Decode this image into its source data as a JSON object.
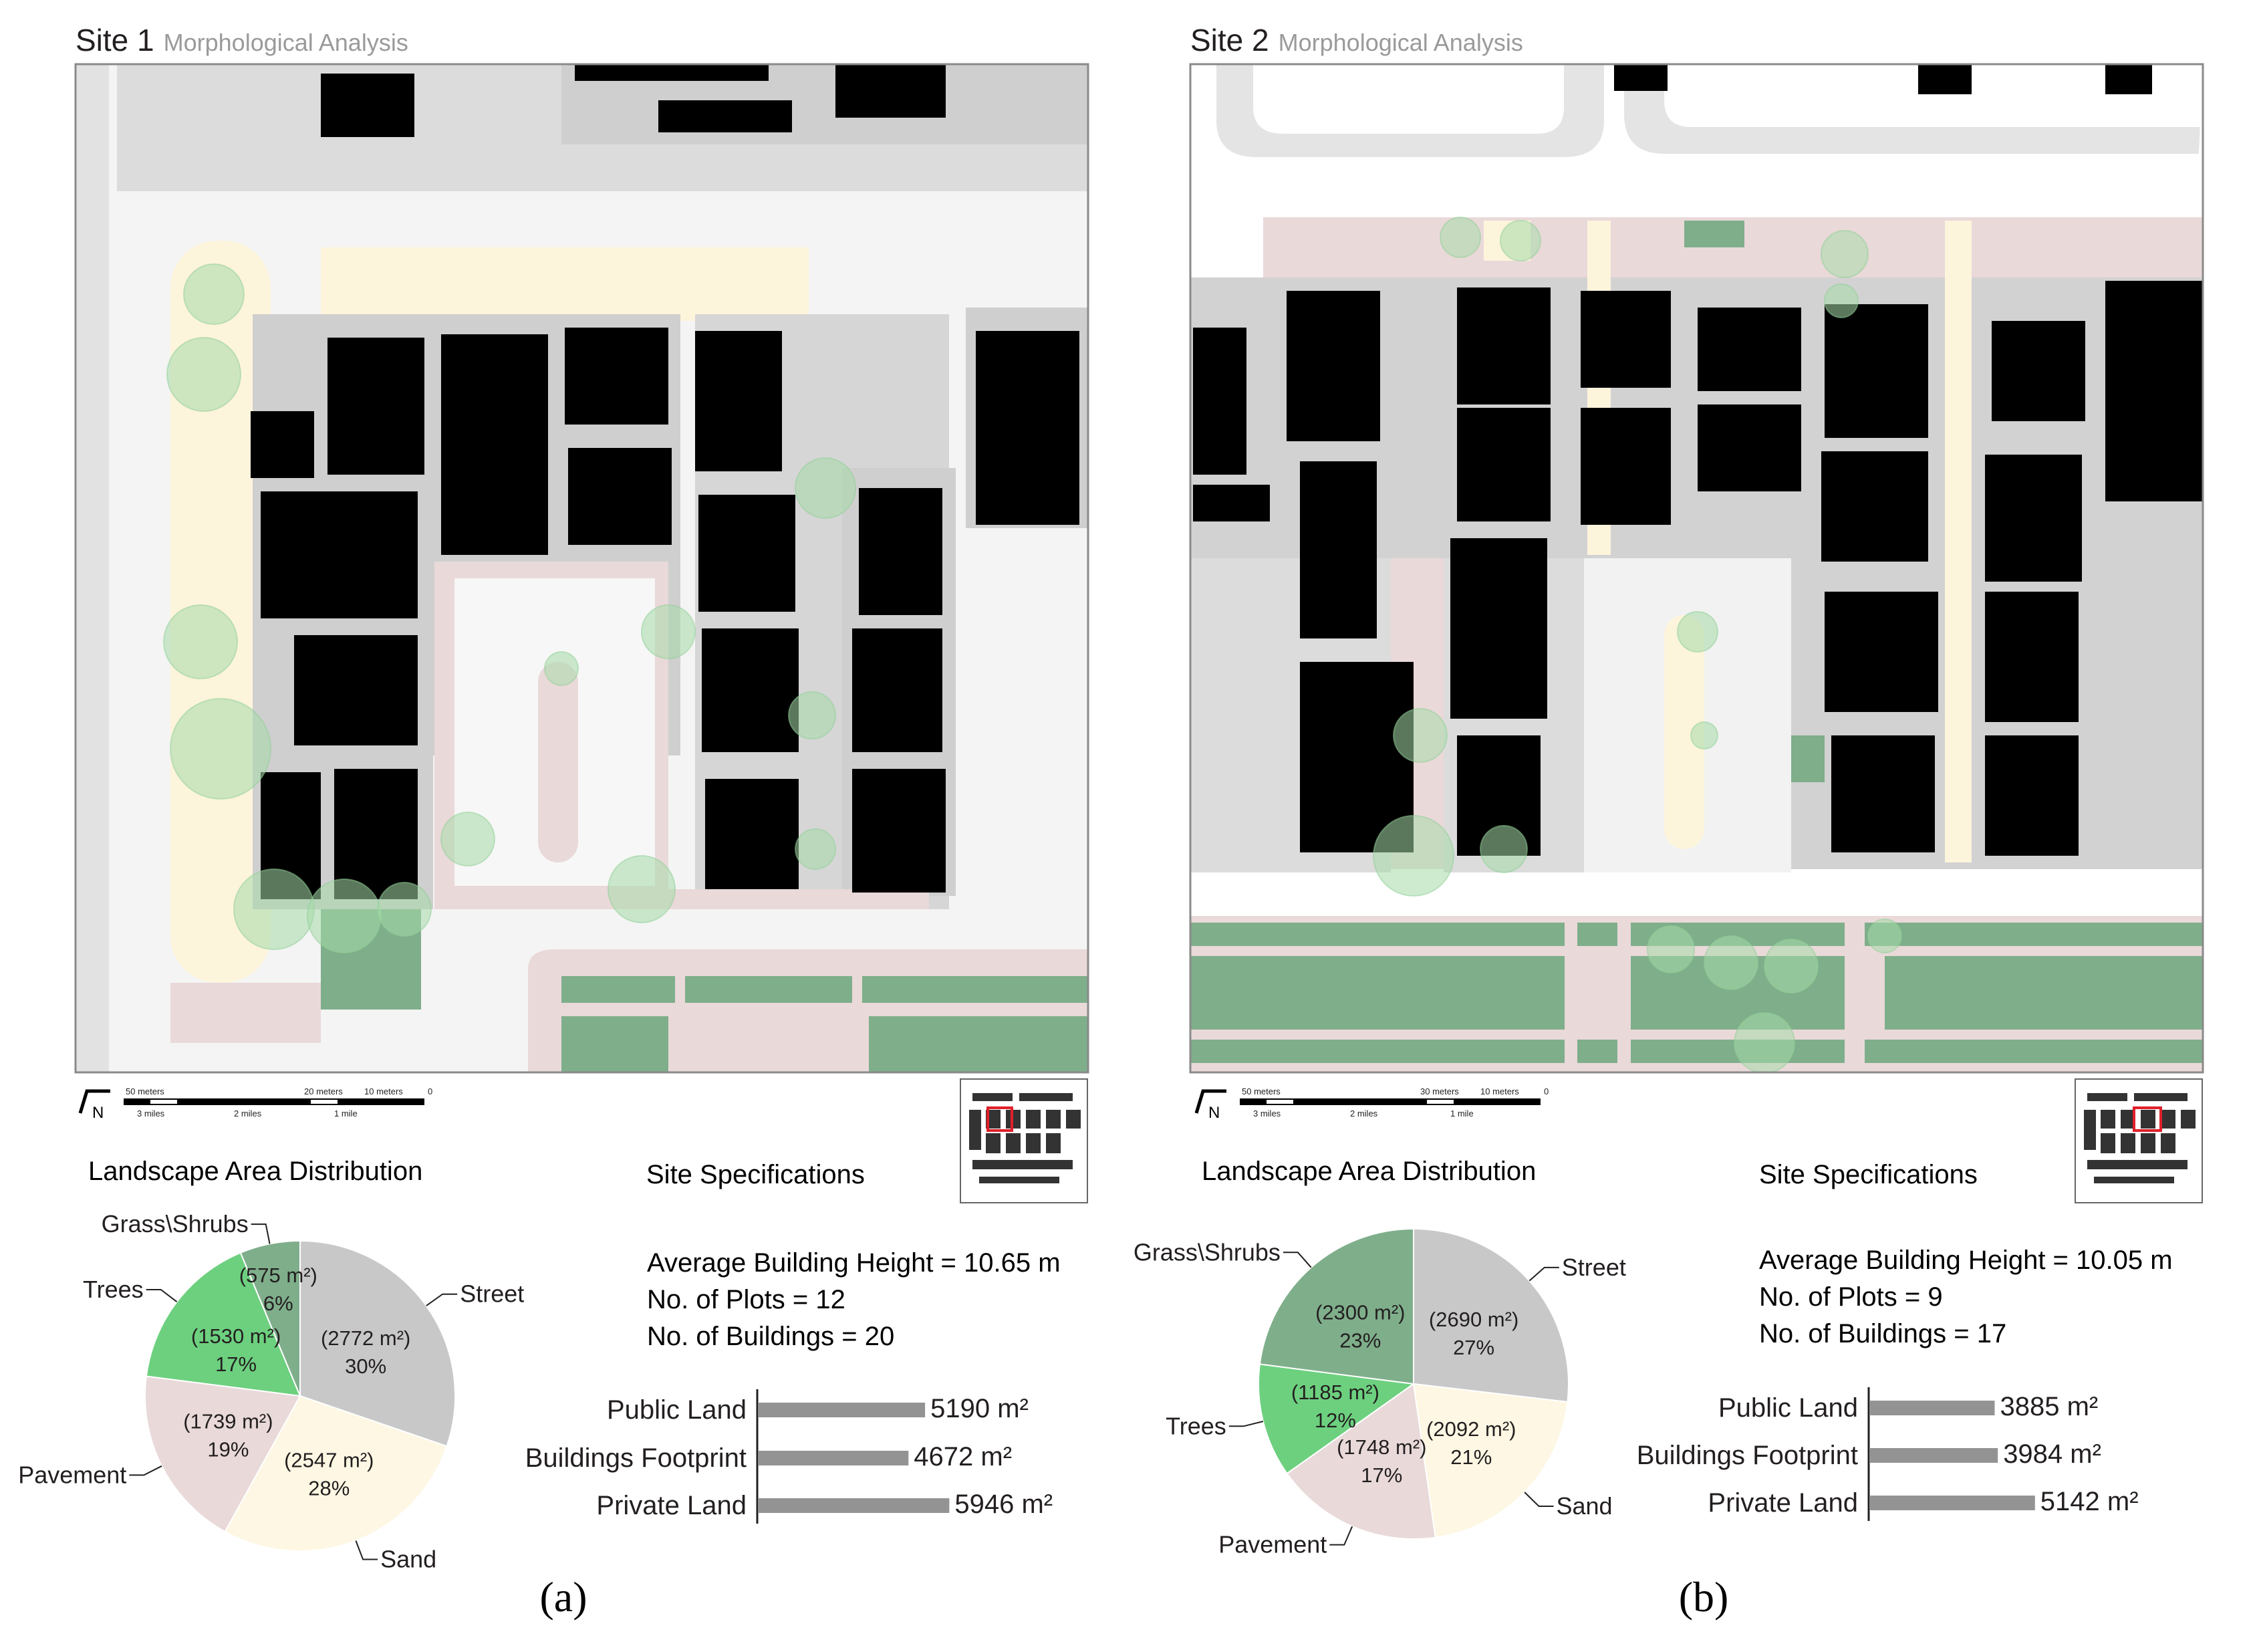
{
  "panels": [
    {
      "site_title": "Site 1",
      "site_subtitle": "Morphological Analysis",
      "scale_text": {
        "top": [
          "50 meters",
          "20 meters",
          "10 meters",
          "0"
        ],
        "bottom": [
          "3 miles",
          "2 miles",
          "1 mile"
        ]
      },
      "north_label": "N",
      "pie_heading": "Landscape Area Distribution",
      "spec_heading": "Site Specifications",
      "specs": [
        "Average Building Height = 10.65 m",
        "No. of Plots = 12",
        "No. of Buildings = 20"
      ],
      "panel_label": "(a)"
    },
    {
      "site_title": "Site 2",
      "site_subtitle": "Morphological Analysis",
      "scale_text": {
        "top": [
          "50 meters",
          "30 meters",
          "10 meters",
          "0"
        ],
        "bottom": [
          "3 miles",
          "2 miles",
          "1 mile"
        ]
      },
      "north_label": "N",
      "pie_heading": "Landscape Area Distribution",
      "spec_heading": "Site Specifications",
      "specs": [
        "Average Building Height = 10.05 m",
        "No. of Plots = 9",
        "No. of Buildings = 17"
      ],
      "panel_label": "(b)"
    }
  ],
  "colors": {
    "street": "#c8c8c8",
    "sand": "#fdf7e3",
    "pavement": "#e9d9d9",
    "trees": "#6dd07f",
    "grass_shrubs": "#7fae8b",
    "building": "#000000",
    "bar": "#939393"
  },
  "chart_data": [
    {
      "type": "pie",
      "panel": "(a)",
      "categories": [
        "Street",
        "Sand",
        "Pavement",
        "Trees",
        "Grass\\Shrubs"
      ],
      "values": [
        2772,
        2547,
        1739,
        1530,
        575
      ],
      "area_labels": [
        "(2772 m²)",
        "(2547 m²)",
        "(1739 m²)",
        "(1530 m²)",
        "(575 m²)"
      ],
      "percent_labels": [
        "30%",
        "28%",
        "19%",
        "17%",
        "6%"
      ]
    },
    {
      "type": "bar",
      "panel": "(a)",
      "orientation": "horizontal",
      "categories": [
        "Public Land",
        "Buildings Footprint",
        "Private Land"
      ],
      "values": [
        5190,
        4672,
        5946
      ],
      "value_labels": [
        "5190 m²",
        "4672 m²",
        "5946 m²"
      ]
    },
    {
      "type": "pie",
      "panel": "(b)",
      "categories": [
        "Street",
        "Sand",
        "Pavement",
        "Trees",
        "Grass\\Shrubs"
      ],
      "values": [
        2690,
        2092,
        1748,
        1185,
        2300
      ],
      "area_labels": [
        "(2690 m²)",
        "(2092 m²)",
        "(1748 m²)",
        "(1185 m²)",
        "(2300 m²)"
      ],
      "percent_labels": [
        "27%",
        "21%",
        "17%",
        "12%",
        "23%"
      ]
    },
    {
      "type": "bar",
      "panel": "(b)",
      "orientation": "horizontal",
      "categories": [
        "Public Land",
        "Buildings Footprint",
        "Private Land"
      ],
      "values": [
        3885,
        3984,
        5142
      ],
      "value_labels": [
        "3885 m²",
        "3984 m²",
        "5142 m²"
      ]
    }
  ]
}
